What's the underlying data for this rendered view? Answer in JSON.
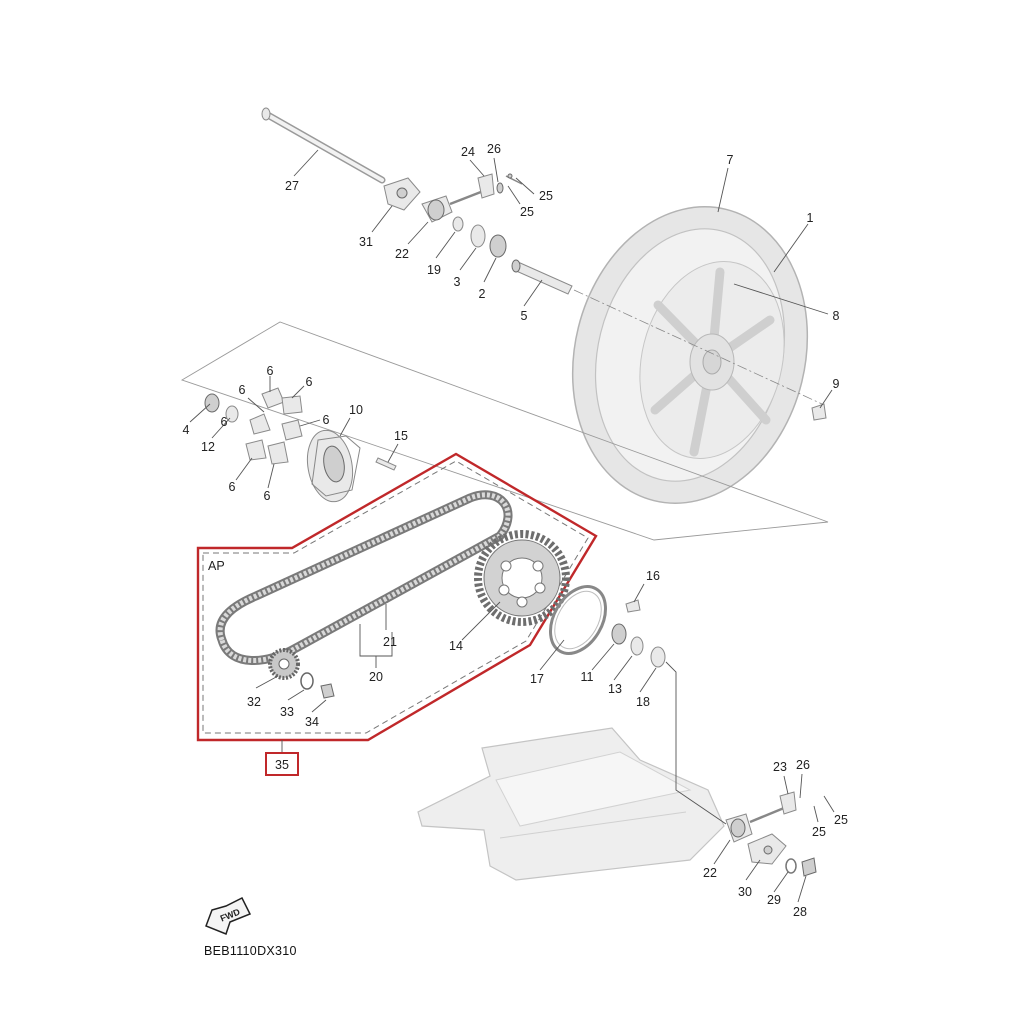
{
  "callouts": {
    "c1": "1",
    "c2": "2",
    "c3": "3",
    "c4": "4",
    "c5": "5",
    "c6a": "6",
    "c6b": "6",
    "c6c": "6",
    "c6d": "6",
    "c6e": "6",
    "c6f": "6",
    "c6g": "6",
    "c7": "7",
    "c8": "8",
    "c9": "9",
    "c10": "10",
    "c11": "11",
    "c12": "12",
    "c13": "13",
    "c14": "14",
    "c15": "15",
    "c16": "16",
    "c17": "17",
    "c18": "18",
    "c19": "19",
    "c20": "20",
    "c21": "21",
    "c22a": "22",
    "c22b": "22",
    "c23": "23",
    "c24": "24",
    "c25a": "25",
    "c25b": "25",
    "c25c": "25",
    "c25d": "25",
    "c26a": "26",
    "c26b": "26",
    "c27": "27",
    "c28": "28",
    "c29": "29",
    "c30": "30",
    "c31": "31",
    "c32": "32",
    "c33": "33",
    "c34": "34",
    "c35": "35"
  },
  "kit_label": "AP",
  "fwd_label": "FWD",
  "diagram_code": "BEB1110DX310"
}
